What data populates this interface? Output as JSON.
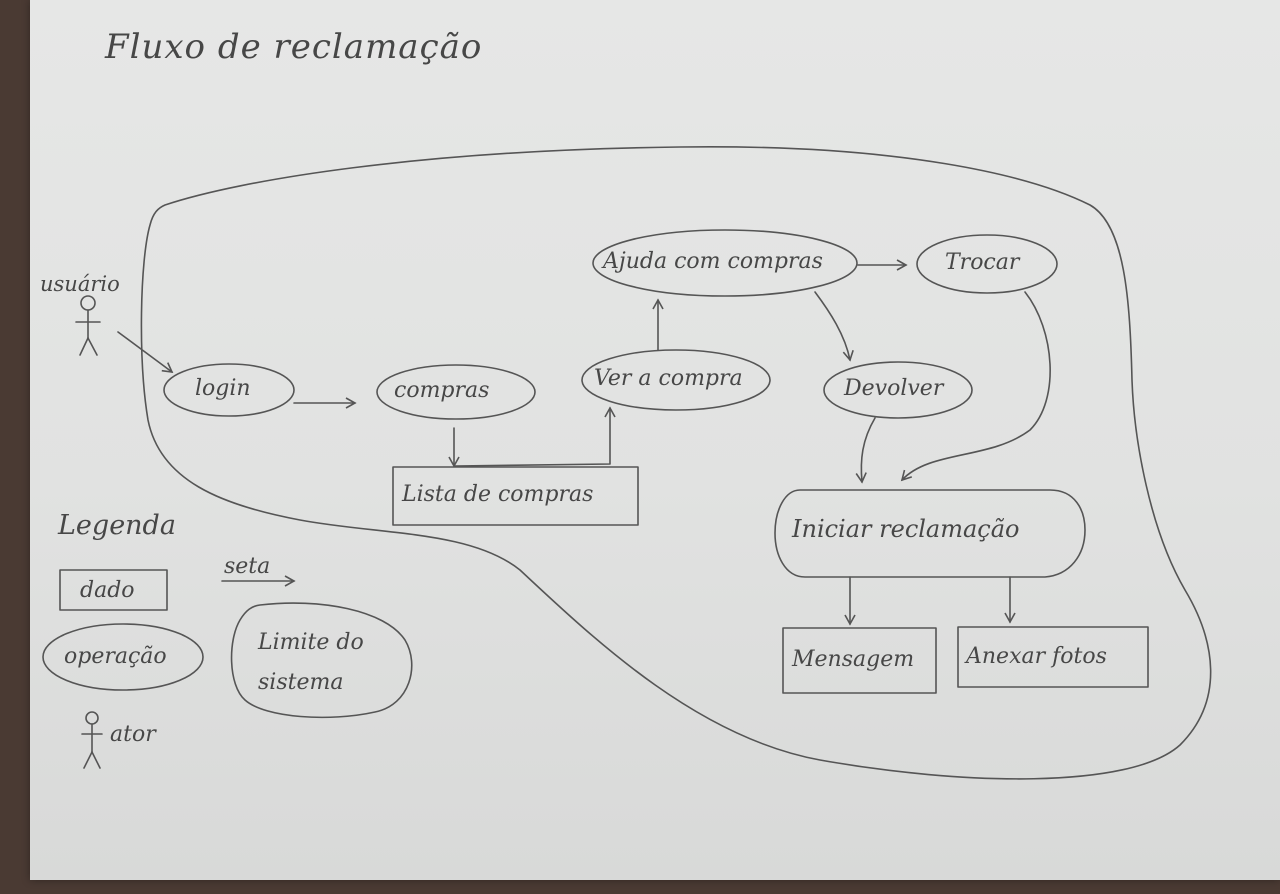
{
  "title": "Fluxo de reclamação",
  "actor": {
    "label": "usuário",
    "kind": "actor"
  },
  "operations": [
    {
      "id": "login",
      "label": "login"
    },
    {
      "id": "compras",
      "label": "compras"
    },
    {
      "id": "ver-a-compra",
      "label": "Ver a compra"
    },
    {
      "id": "ajuda-com-compras",
      "label": "Ajuda com compras"
    },
    {
      "id": "trocar",
      "label": "Trocar"
    },
    {
      "id": "devolver",
      "label": "Devolver"
    },
    {
      "id": "iniciar-reclamacao",
      "label": "Iniciar reclamação"
    }
  ],
  "data_nodes": [
    {
      "id": "lista-de-compras",
      "label": "Lista de compras"
    },
    {
      "id": "mensagem",
      "label": "Mensagem"
    },
    {
      "id": "anexar-fotos",
      "label": "Anexar fotos"
    }
  ],
  "edges": [
    {
      "from": "usuário",
      "to": "login"
    },
    {
      "from": "login",
      "to": "compras"
    },
    {
      "from": "compras",
      "to": "Lista de compras"
    },
    {
      "from": "Lista de compras",
      "to": "Ver a compra"
    },
    {
      "from": "Ver a compra",
      "to": "Ajuda com compras"
    },
    {
      "from": "Ajuda com compras",
      "to": "Trocar"
    },
    {
      "from": "Ajuda com compras",
      "to": "Devolver"
    },
    {
      "from": "Trocar",
      "to": "Iniciar reclamação"
    },
    {
      "from": "Devolver",
      "to": "Iniciar reclamação"
    },
    {
      "from": "Iniciar reclamação",
      "to": "Mensagem"
    },
    {
      "from": "Iniciar reclamação",
      "to": "Anexar fotos"
    }
  ],
  "legend": {
    "title": "Legenda",
    "items": [
      {
        "kind": "data",
        "label": "dado"
      },
      {
        "kind": "arrow",
        "label": "seta"
      },
      {
        "kind": "operation",
        "label": "operação"
      },
      {
        "kind": "boundary",
        "label_line1": "Limite do",
        "label_line2": "sistema"
      },
      {
        "kind": "actor",
        "label": "ator"
      }
    ]
  },
  "colors": {
    "paper": "#e3e4e3",
    "ink": "#474747",
    "background": "#4a3a33"
  }
}
